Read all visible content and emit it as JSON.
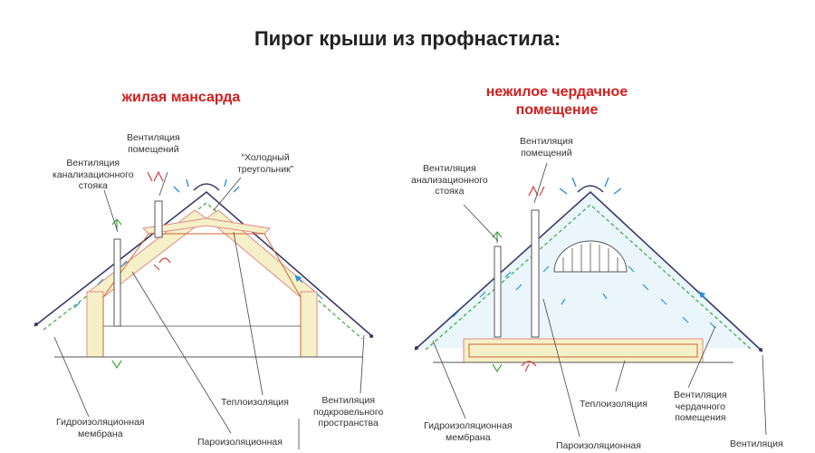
{
  "title": "Пирог крыши из профнастила:",
  "left": {
    "subtitle": "жилая мансарда",
    "labels": {
      "vent_rooms": "Вентиляция\nпомещений",
      "cold_triangle": "“Холодный\nтреугольник”",
      "vent_sewer": "Вентиляция\nканализационного\nстояка",
      "insulation": "Теплоизоляция",
      "vent_underroof": "Вентиляция\nподкровельного\nпространства",
      "waterproof": "Гидроизоляционная\nмембрана",
      "vapor": "Пароизоляционная"
    }
  },
  "right": {
    "subtitle": "нежилое чердачное\nпомещение",
    "labels": {
      "vent_rooms": "Вентиляция\nпомещений",
      "vent_sewer": "Вентиляция\nанализационного\nстояка",
      "insulation": "Теплоизоляция",
      "vent_attic": "Вентиляция\nчердачного\nпомещения",
      "waterproof": "Гидроизоляционная\nмембрана",
      "vapor": "Пароизоляционная",
      "vent_cut": "Вентиляция"
    }
  },
  "colors": {
    "insulation_fill": "#f6f0c8",
    "insulation_edge": "#e08a8a",
    "membrane": "#3da63d",
    "airflow": "#2b8fd6",
    "warm_air": "#d63b3b",
    "roof_line": "#3a3a6a",
    "attic_fill": "#eaf6fb"
  }
}
